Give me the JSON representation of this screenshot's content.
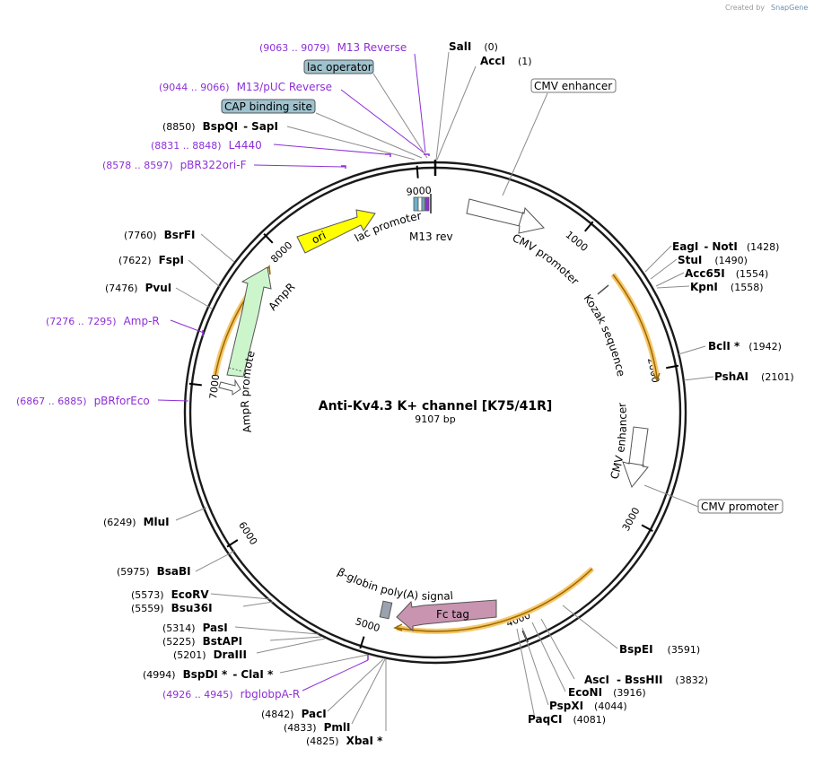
{
  "credit": {
    "created_by": "Created by",
    "brand": "SnapGene"
  },
  "plasmid": {
    "name": "Anti-Kv4.3 K+ channel [K75/41R]",
    "size": "9107 bp",
    "length": 9107
  },
  "ticks": [
    "1000",
    "2000",
    "3000",
    "4000",
    "5000",
    "6000",
    "7000",
    "8000",
    "9000"
  ],
  "enzymes": [
    {
      "name": "SalI",
      "pos": "(0)"
    },
    {
      "name": "AccI",
      "pos": "(1)"
    },
    {
      "name": "EagI",
      "sep": "-",
      "name2": "NotI",
      "pos": "(1428)"
    },
    {
      "name": "StuI",
      "pos": "(1490)"
    },
    {
      "name": "Acc65I",
      "pos": "(1554)"
    },
    {
      "name": "KpnI",
      "pos": "(1558)"
    },
    {
      "name": "BclI *",
      "pos": "(1942)"
    },
    {
      "name": "PshAI",
      "pos": "(2101)"
    },
    {
      "name": "BspEI",
      "pos": "(3591)"
    },
    {
      "name": "AscI",
      "sep": "-",
      "name2": "BssHII",
      "pos": "(3832)"
    },
    {
      "name": "EcoNI",
      "pos": "(3916)"
    },
    {
      "name": "PspXI",
      "pos": "(4044)"
    },
    {
      "name": "PaqCI",
      "pos": "(4081)"
    },
    {
      "name": "XbaI *",
      "pos": "(4825)"
    },
    {
      "name": "PmlI",
      "pos": "(4833)"
    },
    {
      "name": "PacI",
      "pos": "(4842)"
    },
    {
      "name": "BspDI *",
      "sep": "-",
      "name2": "ClaI *",
      "pos": "(4994)"
    },
    {
      "name": "DraIII",
      "pos": "(5201)"
    },
    {
      "name": "BstAPI",
      "pos": "(5225)"
    },
    {
      "name": "PasI",
      "pos": "(5314)"
    },
    {
      "name": "Bsu36I",
      "pos": "(5559)"
    },
    {
      "name": "EcoRV",
      "pos": "(5573)"
    },
    {
      "name": "BsaBI",
      "pos": "(5975)"
    },
    {
      "name": "MluI",
      "pos": "(6249)"
    },
    {
      "name": "PvuI",
      "pos": "(7476)"
    },
    {
      "name": "FspI",
      "pos": "(7622)"
    },
    {
      "name": "BsrFI",
      "pos": "(7760)"
    },
    {
      "name": "BspQI",
      "sep": "-",
      "name2": "SapI",
      "pos": "(8850)"
    }
  ],
  "primers": [
    {
      "range": "(9063 .. 9079)",
      "name": "M13 Reverse"
    },
    {
      "range": "(9044 .. 9066)",
      "name": "M13/pUC Reverse"
    },
    {
      "range": "(8831 .. 8848)",
      "name": "L4440"
    },
    {
      "range": "(8578 .. 8597)",
      "name": "pBR322ori-F"
    },
    {
      "range": "(7276 .. 7295)",
      "name": "Amp-R"
    },
    {
      "range": "(6867 .. 6885)",
      "name": "pBRforEco"
    },
    {
      "range": "(4926 .. 4945)",
      "name": "rbglobpA-R"
    }
  ],
  "boxed_features": [
    {
      "name": "lac operator",
      "fill": "#9ec3cf"
    },
    {
      "name": "CAP binding site",
      "fill": "#9ec3cf"
    },
    {
      "name": "CMV enhancer",
      "fill": "#ffffff"
    },
    {
      "name": "CMV promoter",
      "fill": "#ffffff"
    }
  ],
  "features": {
    "lac_promoter": "lac promoter",
    "m13_rev": "M13 rev",
    "cmv_promoter": "CMV promoter",
    "kozak": "Kozak sequence",
    "cmv_enhancer": "CMV enhancer",
    "fc_tag": "Fc tag",
    "beta_globin": "β-globin poly(A) signal",
    "ampr": "AmpR",
    "ampr_promoter": "AmpR promoter",
    "ori": "ori"
  },
  "colors": {
    "ori": "#ffff00",
    "ampr": "#ccf5cc",
    "fc_tag": "#c994b0",
    "orf_highlight": "#f6c66a",
    "orf_line": "#9a6a00",
    "primer": "#8d2fd6",
    "beta_globin": "#9aa3ad"
  }
}
